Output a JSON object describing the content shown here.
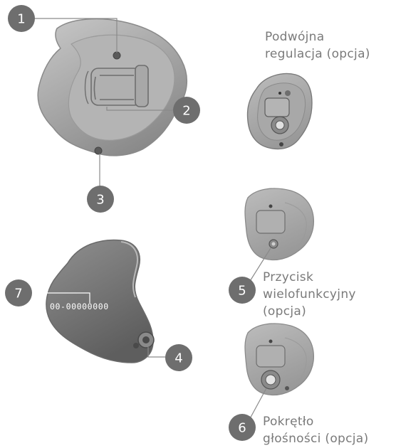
{
  "badges": {
    "b1": "1",
    "b2": "2",
    "b3": "3",
    "b4": "4",
    "b5": "5",
    "b6": "6",
    "b7": "7"
  },
  "serial_number": "00-00000000",
  "labels": {
    "dual_control": [
      "Podwójna",
      "regulacja (opcja)"
    ],
    "multifunction_button": [
      "Przycisk",
      "wielofunkcyjny",
      "(opcja)"
    ],
    "volume_knob": [
      "Pokrętło",
      "głośności (opcja)"
    ]
  },
  "colors": {
    "badge": "#6e6e6e",
    "shell_dark": "#707070",
    "shell_mid": "#9c9c9c",
    "shell_light": "#c6c6c6",
    "text": "#7a7a7a"
  }
}
